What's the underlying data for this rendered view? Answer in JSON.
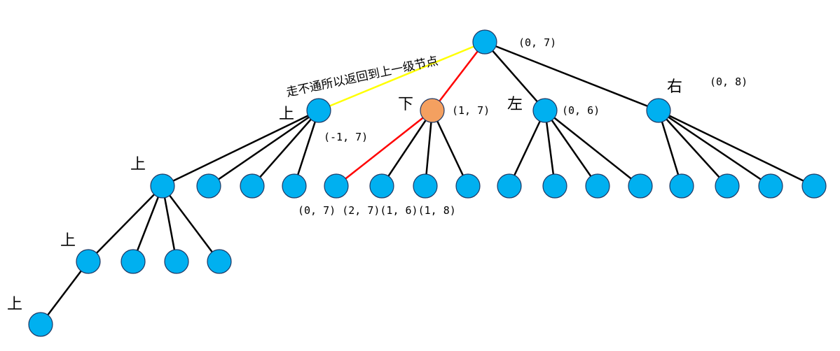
{
  "colors": {
    "node_fill": "#00b0f0",
    "current_fill": "#f4a060",
    "edge": "#000000",
    "path": "#ff0000",
    "backtrack": "#ffff00"
  },
  "labels": {
    "root_coord": "(0, 7)",
    "right_coord": "(0, 8)",
    "current_coord": "(1, 7)",
    "left_coord": "(0, 6)",
    "up_coord": "(-1, 7)",
    "child_coords": "(0, 7) (2, 7)(1, 6)(1, 8)",
    "dir_up": "上",
    "dir_down": "下",
    "dir_left": "左",
    "dir_right": "右",
    "backtrack_note": "走不通所以返回到上一级节点"
  }
}
